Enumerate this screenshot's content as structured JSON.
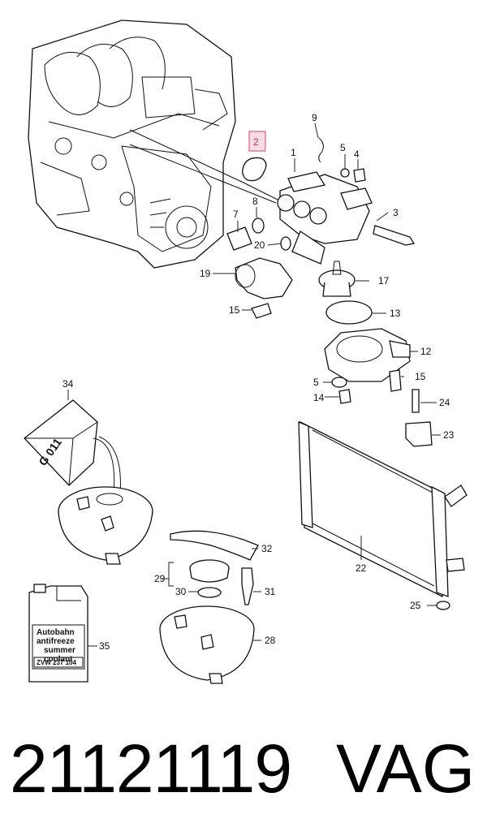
{
  "callouts": [
    {
      "id": "c1",
      "text": "1"
    },
    {
      "id": "c2",
      "text": "2",
      "highlight": true
    },
    {
      "id": "c3",
      "text": "3"
    },
    {
      "id": "c4",
      "text": "4"
    },
    {
      "id": "c5a",
      "text": "5"
    },
    {
      "id": "c5b",
      "text": "5"
    },
    {
      "id": "c7",
      "text": "7"
    },
    {
      "id": "c8",
      "text": "8"
    },
    {
      "id": "c9",
      "text": "9"
    },
    {
      "id": "c12",
      "text": "12"
    },
    {
      "id": "c13",
      "text": "13"
    },
    {
      "id": "c14",
      "text": "14"
    },
    {
      "id": "c15a",
      "text": "15"
    },
    {
      "id": "c15b",
      "text": "15"
    },
    {
      "id": "c17",
      "text": "17"
    },
    {
      "id": "c19",
      "text": "19"
    },
    {
      "id": "c20",
      "text": "20"
    },
    {
      "id": "c22",
      "text": "22"
    },
    {
      "id": "c23",
      "text": "23"
    },
    {
      "id": "c24",
      "text": "24"
    },
    {
      "id": "c25",
      "text": "25"
    },
    {
      "id": "c28",
      "text": "28"
    },
    {
      "id": "c29",
      "text": "29"
    },
    {
      "id": "c30",
      "text": "30"
    },
    {
      "id": "c31",
      "text": "31"
    },
    {
      "id": "c32",
      "text": "32"
    },
    {
      "id": "c34",
      "text": "34"
    },
    {
      "id": "c35",
      "text": "35"
    }
  ],
  "coolant_bottle": {
    "line1": "Autobahn",
    "line2": "antifreeze",
    "line3": "summer",
    "line4": "coolant",
    "code": "ZVW 237 104"
  },
  "canister_label": "G 011",
  "footer": {
    "part_number": "21121119",
    "brand": "VAG"
  },
  "colors": {
    "highlight_fill": "#f6dde3",
    "highlight_stroke": "#e06080",
    "line": "#222222"
  }
}
